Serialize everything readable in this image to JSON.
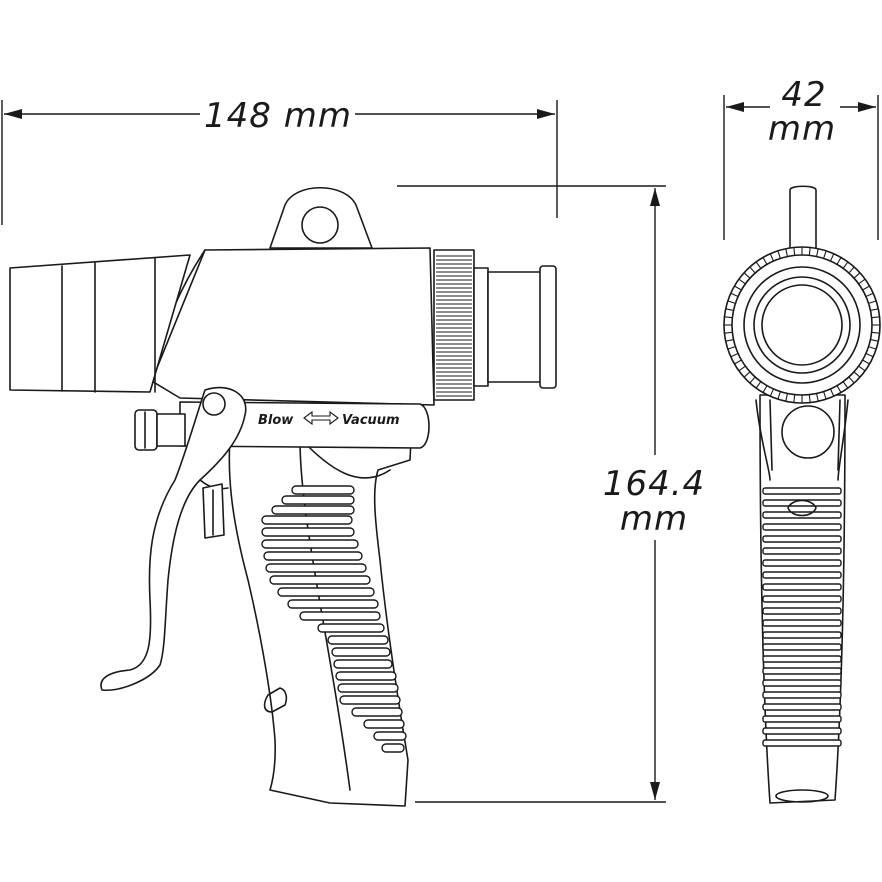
{
  "dimensions": {
    "length": "148 mm",
    "height_value": "164.4",
    "height_unit": "mm",
    "width_value": "42",
    "width_unit": "mm"
  },
  "switch_label": {
    "left": "Blow",
    "right": "Vacuum"
  }
}
